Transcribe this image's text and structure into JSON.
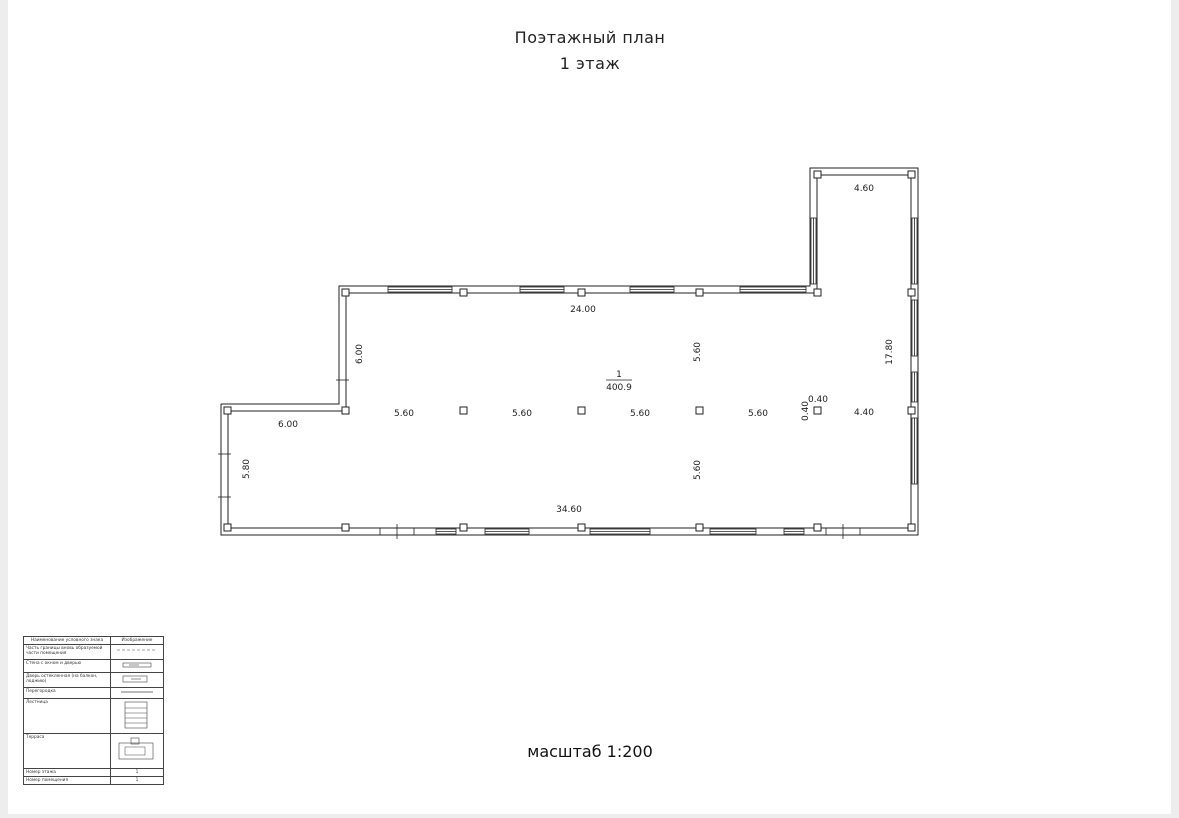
{
  "title_line1": "Поэтажный план",
  "title_line2": "1 этаж",
  "scale_label": "масштаб 1:200",
  "room": {
    "number": "1",
    "area": "400.9"
  },
  "dimensions": {
    "top_wall": "24.00",
    "bottom_wall": "34.60",
    "left_offset_width": "6.00",
    "left_offset_height": "6.00",
    "left_wall": "5.80",
    "right_wall": "17.80",
    "annex_width": "4.60",
    "right_bay": "4.40",
    "column_span_1": "5.60",
    "column_span_2": "5.60",
    "column_span_3": "5.60",
    "column_span_4": "5.60",
    "column_span_upper": "5.60",
    "column_span_lower": "5.60",
    "column_size_h": "0.40",
    "column_size_v": "0.40"
  },
  "legend": {
    "header_name": "Наименование условного знака",
    "header_image": "Изображение",
    "rows": [
      "Часть границы вновь образуемой части помещения",
      "Стена с окном и дверью",
      "Дверь остекленная (на балкон, лоджию)",
      "Перегородка",
      "Лестница",
      "Терраса"
    ],
    "footer_1": "Номер этажа",
    "footer_1_value": "1",
    "footer_2": "Номер помещения",
    "footer_2_value": "1"
  }
}
